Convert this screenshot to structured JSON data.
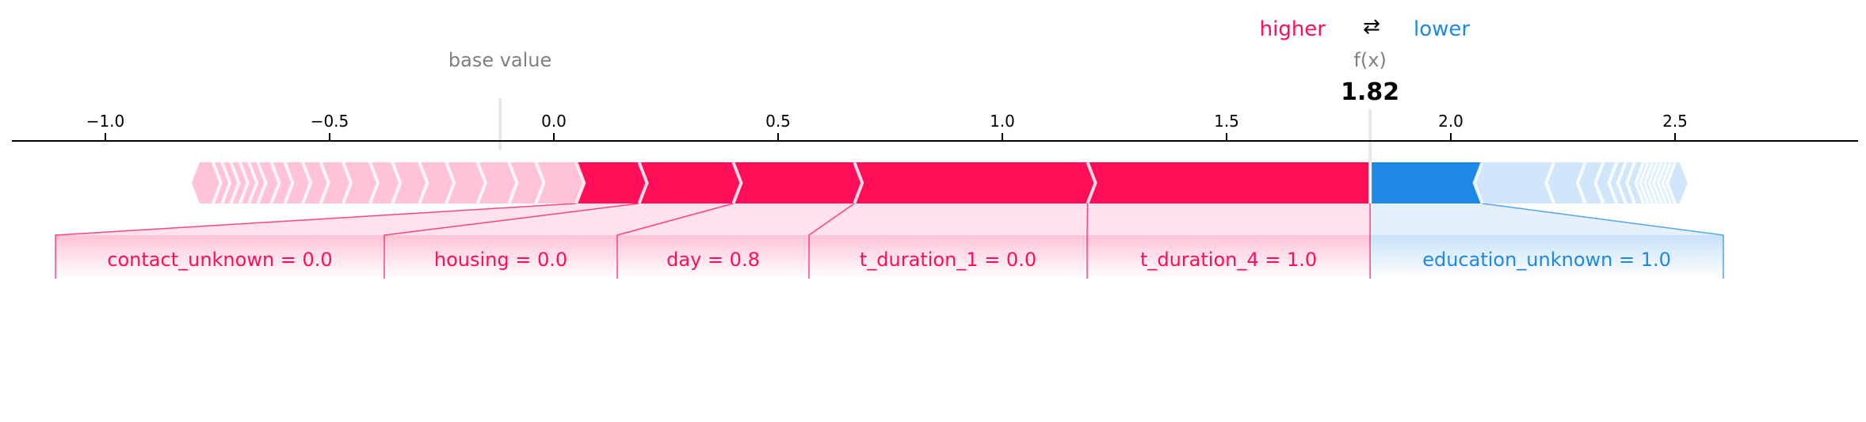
{
  "chart_data": {
    "type": "force",
    "base_value": -0.12,
    "output_value": 1.82,
    "xlim": [
      -1.21,
      2.9
    ],
    "ticks": [
      {
        "value": -1.0,
        "label": "−1.0"
      },
      {
        "value": -0.5,
        "label": "−0.5"
      },
      {
        "value": 0.0,
        "label": "0.0"
      },
      {
        "value": 0.5,
        "label": "0.5"
      },
      {
        "value": 1.0,
        "label": "1.0"
      },
      {
        "value": 1.5,
        "label": "1.5"
      },
      {
        "value": 2.0,
        "label": "2.0"
      },
      {
        "value": 2.5,
        "label": "2.5"
      }
    ],
    "labels": {
      "base_value": "base value",
      "fx": "f(x)",
      "fx_value": "1.82",
      "higher": "higher",
      "lower": "lower",
      "arrows": "⇄"
    },
    "colors": {
      "positive": "#ff0d57",
      "negative": "#1e88e5",
      "positive_light": "#ffc3d5",
      "negative_light": "#d1e6fa",
      "axis": "#000000",
      "muted": "#7f7f7f"
    },
    "positive_boundaries": [
      -0.79,
      -0.76,
      -0.74,
      -0.72,
      -0.7,
      -0.68,
      -0.66,
      -0.63,
      -0.6,
      -0.56,
      -0.52,
      -0.47,
      -0.41,
      -0.36,
      -0.3,
      -0.24,
      -0.17,
      -0.1,
      -0.04,
      0.05,
      0.19,
      0.4,
      0.67,
      1.19,
      1.82
    ],
    "negative_boundaries": [
      1.82,
      2.07,
      2.23,
      2.3,
      2.34,
      2.37,
      2.39,
      2.41,
      2.43,
      2.44,
      2.45,
      2.46,
      2.47,
      2.48,
      2.49,
      2.5,
      2.51
    ],
    "positive_features": [
      {
        "label": "contact_unknown = 0.0",
        "start": 0.05,
        "end": 0.19
      },
      {
        "label": "housing = 0.0",
        "start": 0.19,
        "end": 0.4
      },
      {
        "label": "day = 0.8",
        "start": 0.4,
        "end": 0.67
      },
      {
        "label": "t_duration_1 = 0.0",
        "start": 0.67,
        "end": 1.19
      },
      {
        "label": "t_duration_4 = 1.0",
        "start": 1.19,
        "end": 1.82
      }
    ],
    "negative_features": [
      {
        "label": "education_unknown = 1.0",
        "start": 1.82,
        "end": 2.07
      }
    ]
  }
}
